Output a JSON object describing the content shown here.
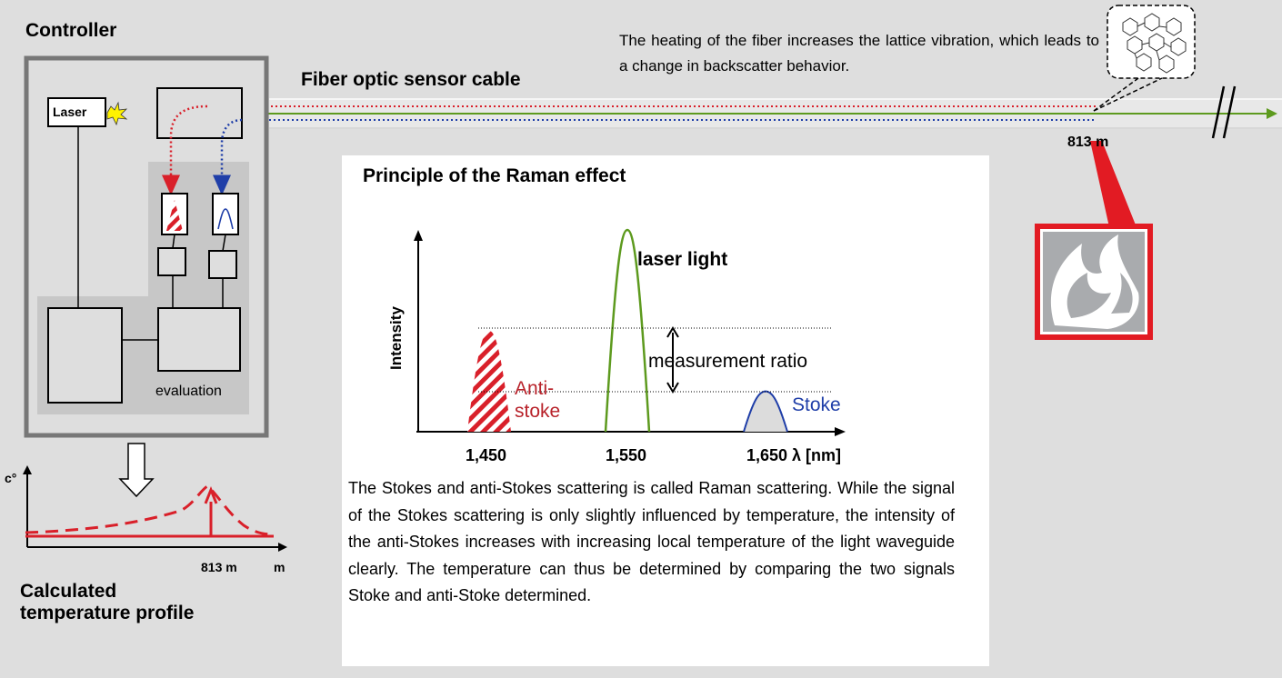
{
  "controller": {
    "title": "Controller",
    "laser_label": "Laser",
    "evaluation_label": "evaluation"
  },
  "fiber": {
    "title": "Fiber optic sensor cable",
    "description": "The heating of the fiber increases the lattice vibration, which leads to a change in backscatter behavior.",
    "hotspot_distance": "813 m"
  },
  "raman_panel": {
    "title": "Principle of the Raman effect",
    "explanation": "The Stokes and anti-Stokes scattering is called Raman scattering. While the signal of the Stokes scattering is only slightly influenced by temperature, the intensity of the anti-Stokes increases with increasing local temperature of the light waveguide clearly. The temperature can thus be determined by comparing the two signals Stoke and anti-Stoke determined."
  },
  "chart_data": {
    "type": "line",
    "ylabel": "Intensity",
    "xlabel": "λ [nm]",
    "x_ticks": [
      "1,450",
      "1,550",
      "1,650"
    ],
    "peaks": [
      {
        "name": "laser light",
        "x": 1550,
        "relative_height": 1.0
      },
      {
        "name": "Anti-stoke",
        "x": 1450,
        "relative_height": 0.5
      },
      {
        "name": "Stoke",
        "x": 1650,
        "relative_height": 0.2
      }
    ],
    "annotation": "measurement ratio",
    "labels": {
      "laser": "laser light",
      "anti_stoke_1": "Anti-",
      "anti_stoke_2": "stoke",
      "stoke": "Stoke",
      "measurement_ratio": "measurement ratio"
    }
  },
  "temperature_profile": {
    "title_line1": "Calculated",
    "title_line2": "temperature profile",
    "y_axis_label": "c°",
    "x_hotspot_label": "813 m",
    "x_unit_label": "m"
  },
  "colors": {
    "background": "#dedede",
    "controller_border": "#777777",
    "red": "#d9202a",
    "dark_red": "#b8222a",
    "blue": "#1f3ea8",
    "green": "#5d9a1e",
    "flame_border": "#e21b23"
  }
}
